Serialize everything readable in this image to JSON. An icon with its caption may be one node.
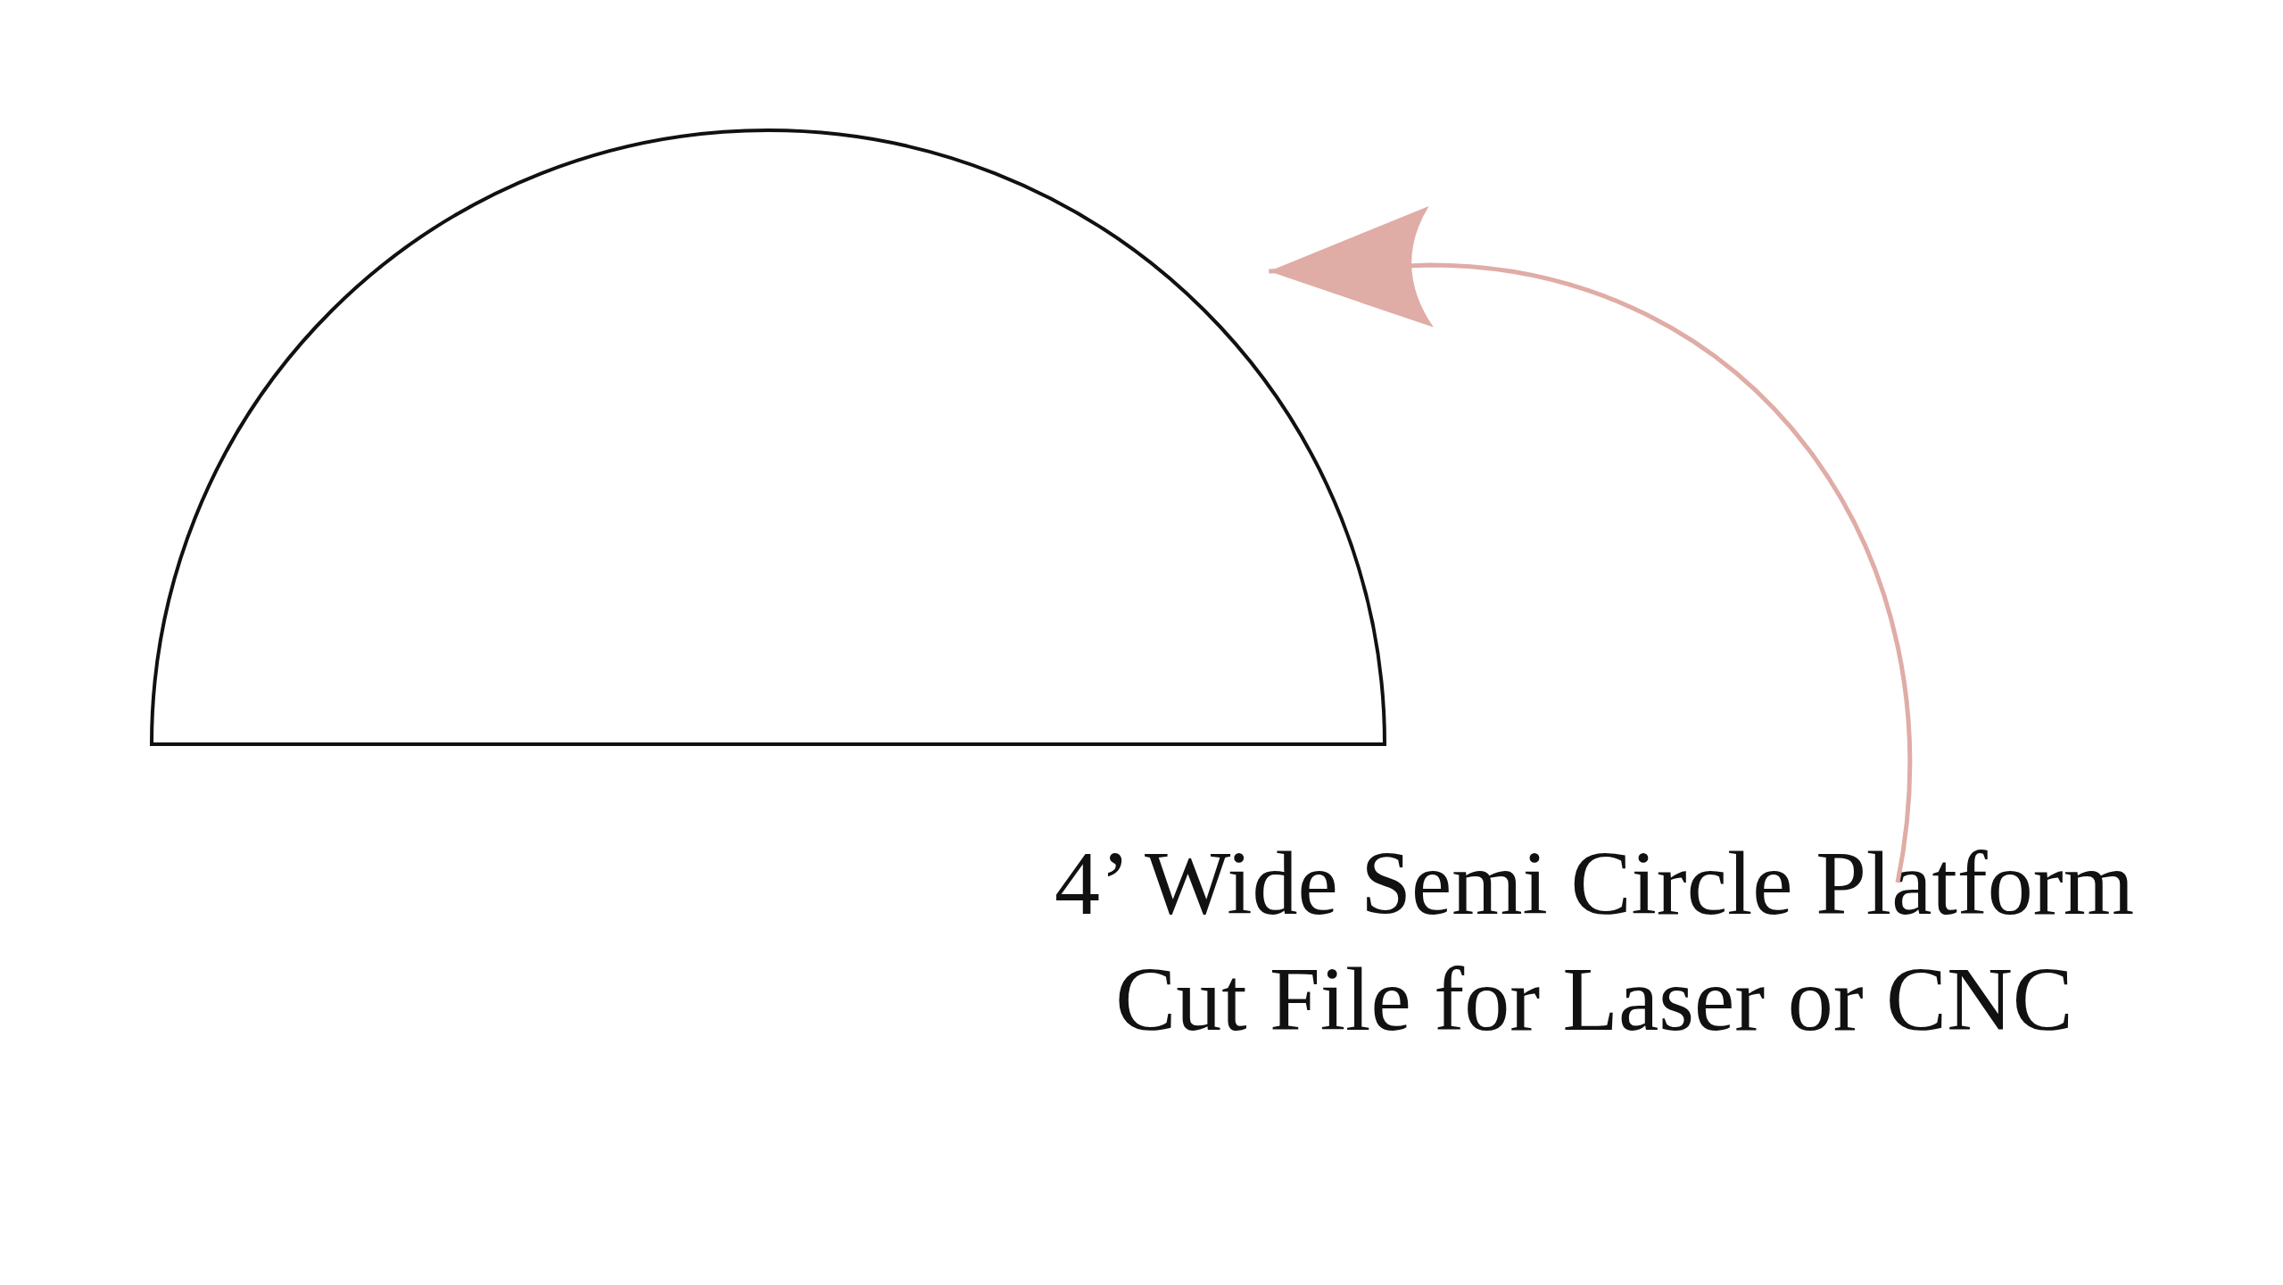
{
  "diagram": {
    "nodes": [
      {
        "text": [],
        "shape": "semicircle"
      },
      {
        "text": [
          "4’ Wide Semi Circle Platform Cut File for Laser or CNC"
        ]
      }
    ],
    "edges": [
      {
        "from": 1,
        "to": 0,
        "arrow": "to",
        "color": "#e0aca6"
      }
    ]
  }
}
